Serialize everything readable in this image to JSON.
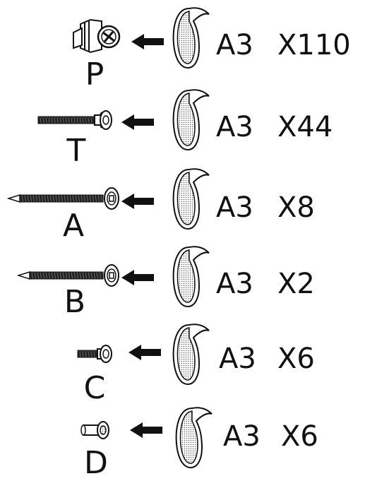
{
  "colors": {
    "ink": "#111111",
    "dot": "#555555",
    "paper": "#ffffff"
  },
  "rows": [
    {
      "part": "P",
      "part_icon": "cam-lock-fitting-icon",
      "code": "A3",
      "quantity": "X110"
    },
    {
      "part": "T",
      "part_icon": "short-screw-icon",
      "code": "A3",
      "quantity": "X44"
    },
    {
      "part": "A",
      "part_icon": "long-bolt-icon",
      "code": "A3",
      "quantity": "X8"
    },
    {
      "part": "B",
      "part_icon": "medium-bolt-icon",
      "code": "A3",
      "quantity": "X2"
    },
    {
      "part": "C",
      "part_icon": "small-screw-icon",
      "code": "A3",
      "quantity": "X6"
    },
    {
      "part": "D",
      "part_icon": "barrel-nut-icon",
      "code": "A3",
      "quantity": "X6"
    }
  ],
  "arrow_icon": "left-arrow-icon",
  "bag_icon": "parts-bag-icon"
}
